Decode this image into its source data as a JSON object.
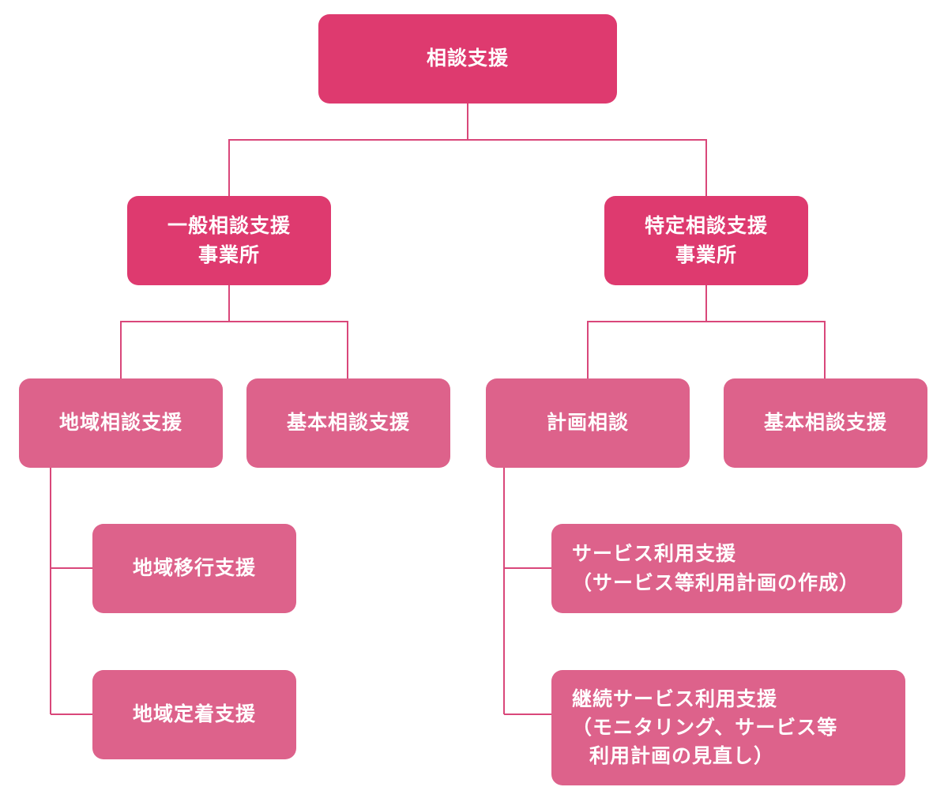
{
  "root": {
    "label": "相談支援"
  },
  "general": {
    "line1": "一般相談支援",
    "line2": "事業所"
  },
  "specific": {
    "line1": "特定相談支援",
    "line2": "事業所"
  },
  "regional_consultation": {
    "label": "地域相談支援"
  },
  "basic_consultation_left": {
    "label": "基本相談支援"
  },
  "plan_consultation": {
    "label": "計画相談"
  },
  "basic_consultation_right": {
    "label": "基本相談支援"
  },
  "regional_transition": {
    "label": "地域移行支援"
  },
  "regional_settlement": {
    "label": "地域定着支援"
  },
  "service_use_support": {
    "line1": "サービス利用支援",
    "line2": "（サービス等利用計画の作成）"
  },
  "continuous_service_use_support": {
    "line1": "継続サービス利用支援",
    "line2": "（モニタリング、サービス等",
    "line3": "利用計画の見直し）"
  },
  "colors": {
    "primary": "#de3a6f",
    "secondary": "#dd628b",
    "connector": "#d9477a",
    "text": "#ffffff"
  }
}
